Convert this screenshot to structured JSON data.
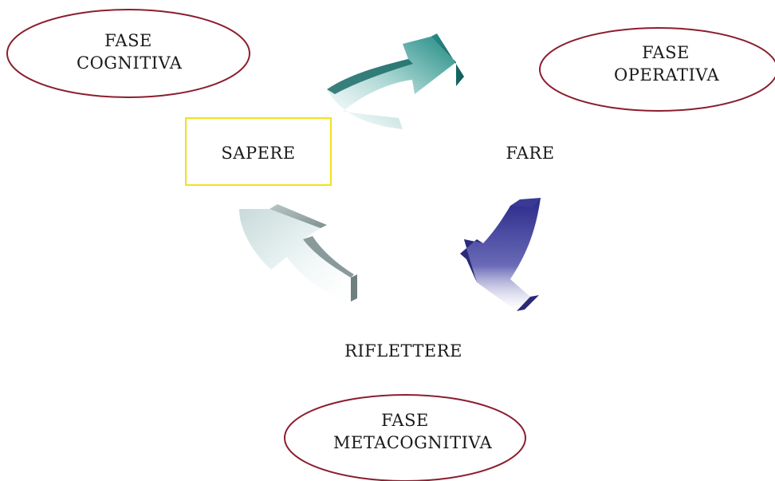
{
  "phases": {
    "cognitive": {
      "line1": "FASE",
      "line2": "COGNITIVA"
    },
    "operative": {
      "line1": "FASE",
      "line2": "OPERATIVA"
    },
    "metacognitive": {
      "line1": "FASE",
      "line2": "METACOGNITIVA"
    }
  },
  "actions": {
    "know": "SAPERE",
    "do": "FARE",
    "reflect": "RIFLETTERE"
  },
  "colors": {
    "ellipse_stroke": "#8b1e2f",
    "box_border": "#f2e21a",
    "arrow_teal": "#1f7f7a",
    "arrow_blue": "#2a2a8a",
    "arrow_gray": "#8a9a9a"
  }
}
